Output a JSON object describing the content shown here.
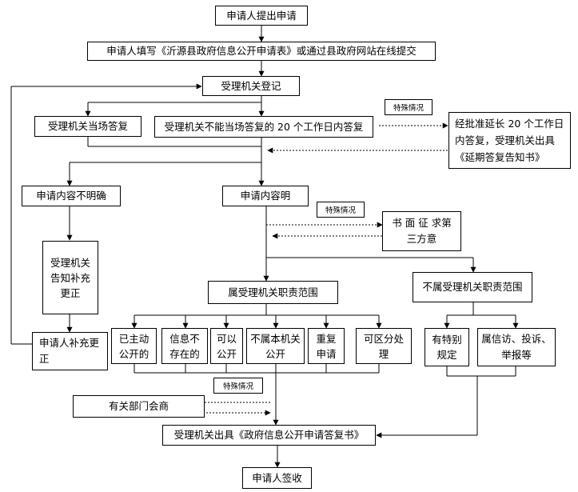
{
  "nodes": {
    "apply": "申请人提出申请",
    "fill_form": "申请人填写《沂源县政府信息公开申请表》或通过县政府网站在线提交",
    "register": "受理机关登记",
    "immediate_reply": "受理机关当场答复",
    "reply_20_days": "受理机关不能当场答复的 20 个工作日内答复",
    "extension": "经批准延长 20 个工作日内答复，受理机关出具《延期答复告知书》",
    "unclear": "申请内容不明确",
    "clear": "申请内容明",
    "notify_supplement": "受理机关告知补充更正",
    "applicant_supplement": "申请人补充更正",
    "third_party": "书 面 征 求第三方意",
    "in_scope": "属受理机关职责范围",
    "out_scope": "不属受理机关职责范围",
    "already_public": "已主动公开的",
    "not_exist": "信息不存在的",
    "can_public": "可以公开",
    "not_this_org": "不属本机关公开",
    "duplicate": "重复申请",
    "partial": "可区分处理",
    "special_rules": "有特别规定",
    "petition": "属信访、投诉、举报等",
    "dept_consult": "有关部门会商",
    "issue_reply": "受理机关出具《政府信息公开申请答复书》",
    "sign": "申请人签收"
  },
  "notes": {
    "special_1": "特殊情况",
    "special_2": "特殊情况",
    "special_3": "特殊情况"
  }
}
